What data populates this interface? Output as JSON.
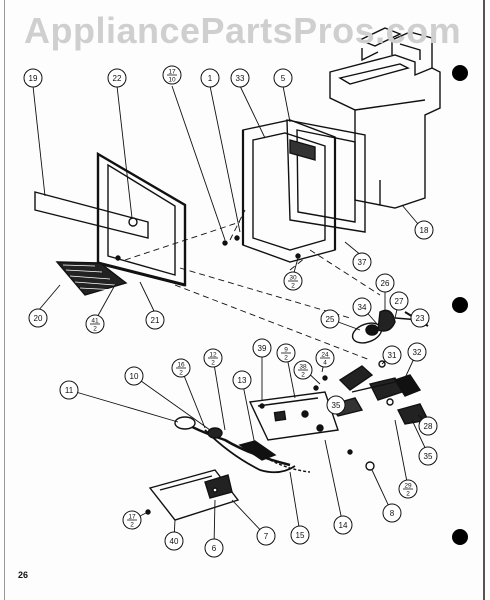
{
  "watermark": "AppliancePartsPros.com",
  "page_number": "26",
  "callouts": {
    "c19": "19",
    "c22": "22",
    "c17a": [
      "17",
      "10"
    ],
    "c1": "1",
    "c33": "33",
    "c5": "5",
    "c18": "18",
    "c37": "37",
    "c30": [
      "30",
      "2"
    ],
    "c20": "20",
    "c41": [
      "41",
      "2"
    ],
    "c21": "21",
    "c26": "26",
    "c27": "27",
    "c23": "23",
    "c34": "34",
    "c25": "25",
    "c31": "31",
    "c32": "32",
    "c39": "39",
    "c9": [
      "9",
      "2"
    ],
    "c38": [
      "38",
      "2"
    ],
    "c24": [
      "24",
      "4"
    ],
    "c12": [
      "12",
      "2"
    ],
    "c16": [
      "16",
      "2"
    ],
    "c13": "13",
    "c11": "11",
    "c10": "10",
    "c35a": "35",
    "c28": "28",
    "c35b": "35",
    "c29": [
      "29",
      "2"
    ],
    "c17b": [
      "17",
      "2"
    ],
    "c40": "40",
    "c6": "6",
    "c7": "7",
    "c15": "15",
    "c14": "14",
    "c8": "8"
  }
}
